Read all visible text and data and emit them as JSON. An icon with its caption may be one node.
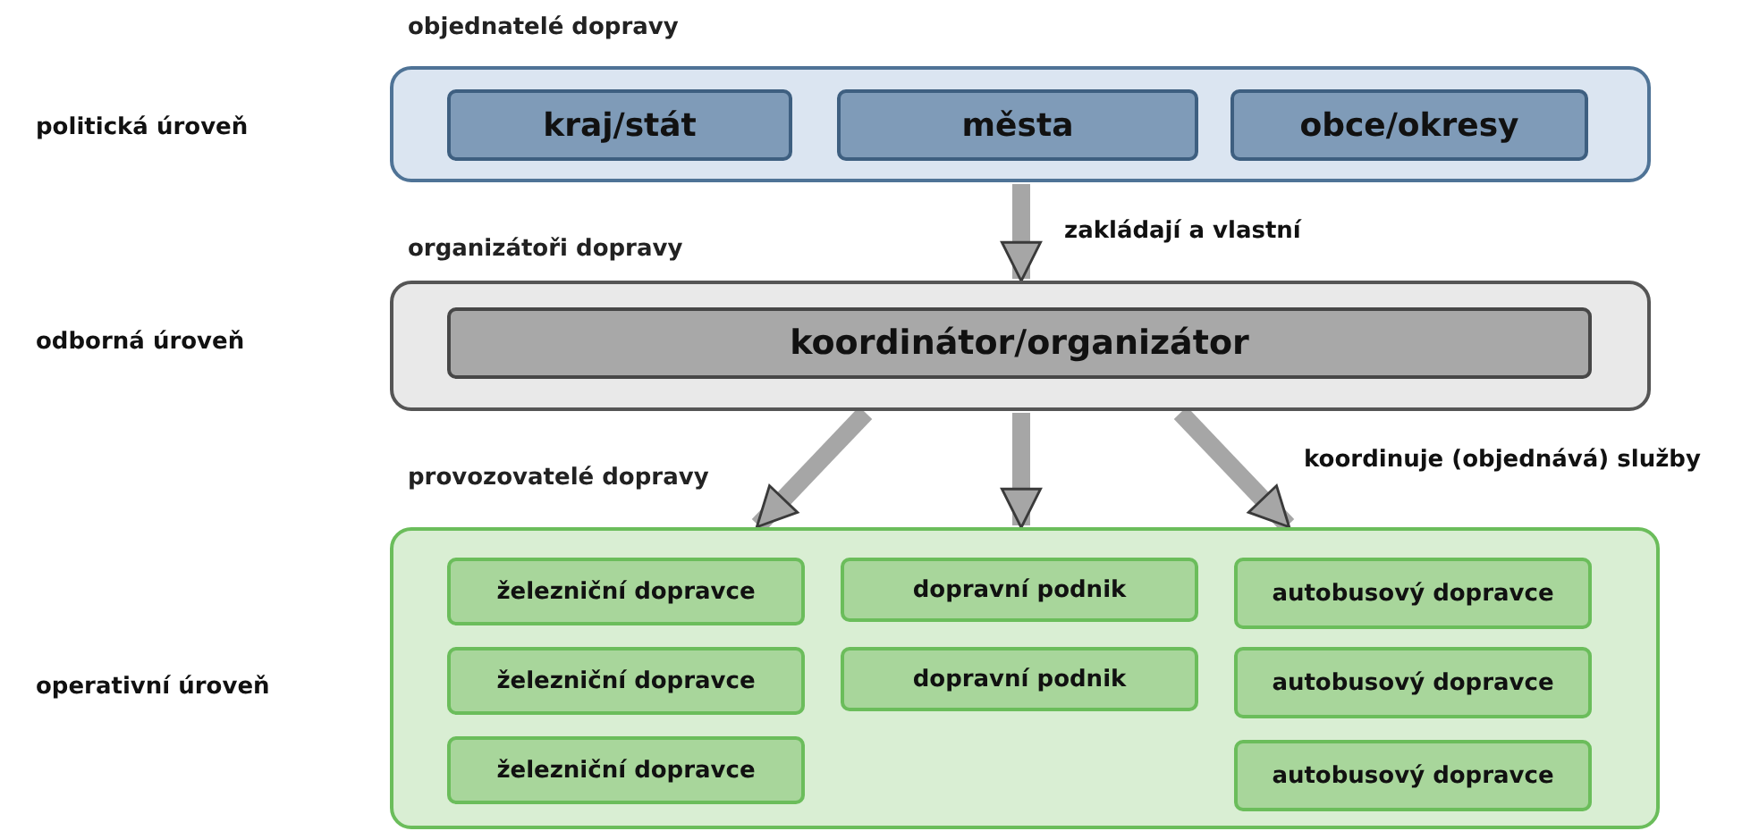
{
  "diagram": {
    "nodes": [
      {
        "text": [
          "objednatelé dopravy"
        ]
      },
      {
        "text": [
          "kraj/stát"
        ],
        "in": 0
      },
      {
        "text": [
          "města"
        ],
        "in": 0
      },
      {
        "text": [
          "obce/okresy"
        ],
        "in": 0
      },
      {
        "text": [
          "organizátoři dopravy"
        ]
      },
      {
        "text": [
          "koordinátor/organizátor"
        ],
        "in": 4
      },
      {
        "text": [
          "provozovatelé dopravy"
        ]
      },
      {
        "text": [
          "železniční dopravce"
        ],
        "in": 6
      },
      {
        "text": [
          "železniční dopravce"
        ],
        "in": 6
      },
      {
        "text": [
          "železniční dopravce"
        ],
        "in": 6
      },
      {
        "text": [
          "dopravní podnik"
        ],
        "in": 6
      },
      {
        "text": [
          "dopravní podnik"
        ],
        "in": 6
      },
      {
        "text": [
          "autobusový dopravce"
        ],
        "in": 6
      },
      {
        "text": [
          "autobusový dopravce"
        ],
        "in": 6
      },
      {
        "text": [
          "autobusový dopravce"
        ],
        "in": 6
      }
    ],
    "edges": [
      {
        "from": 0,
        "to": 4,
        "arrow": "to",
        "label": "zakládají a vlastní"
      },
      {
        "from": 4,
        "to": 6,
        "arrow": "to"
      },
      {
        "from": 4,
        "to": 6,
        "arrow": "to"
      },
      {
        "from": 4,
        "to": 6,
        "arrow": "to",
        "label": "koordinuje (objednává) služby"
      }
    ],
    "labels": [
      "politická úroveň",
      "odborná úroveň",
      "operativní úroveň"
    ]
  }
}
